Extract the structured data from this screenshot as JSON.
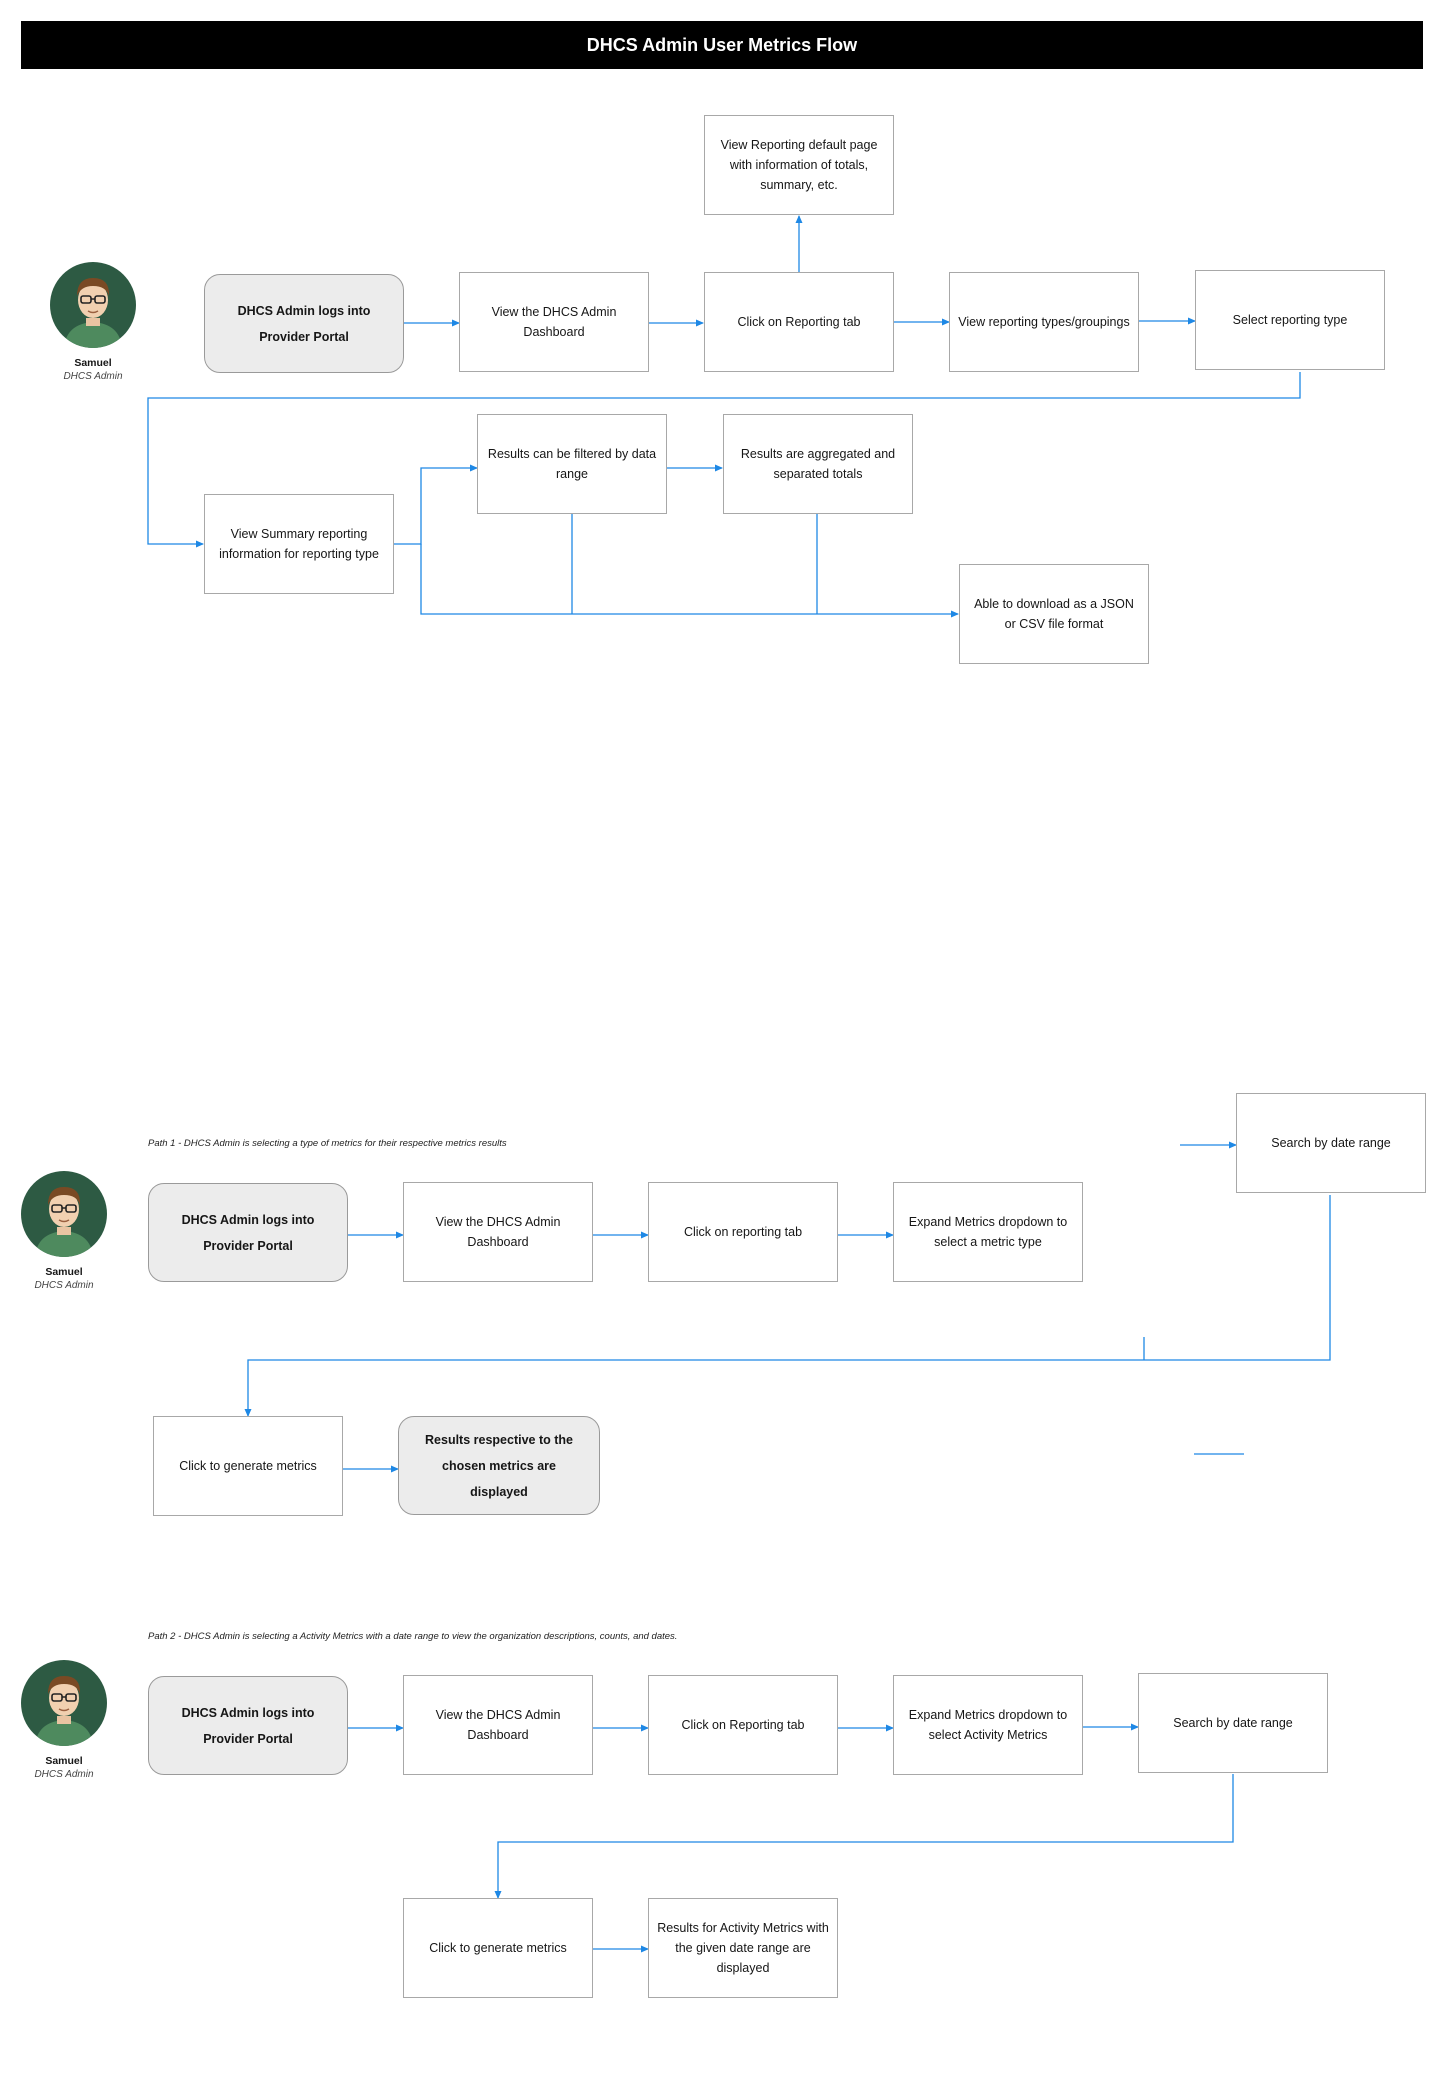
{
  "header": {
    "title": "DHCS Admin User Metrics Flow"
  },
  "colors": {
    "connector": "#1e88e5",
    "border": "#a8a8a8",
    "start_fill": "#ececec",
    "avatar_bg": "#2d5a43"
  },
  "persona": {
    "name": "Samuel",
    "role": "DHCS Admin"
  },
  "overview": {
    "nodes": {
      "login": "DHCS Admin logs into Provider Portal",
      "dashboard": "View the DHCS Admin Dashboard",
      "reporting_default": "View Reporting default page with information of totals, summary, etc.",
      "reporting_tab": "Click on Reporting tab",
      "reporting_types": "View reporting types/groupings",
      "select_type": "Select reporting type",
      "summary": "View Summary reporting information for reporting type",
      "filter": "Results can be filtered by data range",
      "aggregated": "Results are aggregated and separated totals",
      "download": "Able to download as a JSON or CSV file format"
    }
  },
  "path1": {
    "caption": "Path 1 - DHCS Admin is selecting a type of metrics for their respective metrics results",
    "nodes": {
      "login": "DHCS Admin logs into Provider Portal",
      "dashboard": "View the DHCS Admin Dashboard",
      "reporting_tab": "Click on reporting tab",
      "expand": "Expand Metrics dropdown to select a metric type",
      "search": "Search by date range",
      "generate": "Click to generate metrics",
      "results": "Results respective to the chosen metrics are displayed"
    }
  },
  "path2": {
    "caption": "Path 2 - DHCS Admin is selecting a Activity Metrics with a date range to view the organization descriptions, counts, and dates.",
    "nodes": {
      "login": "DHCS Admin logs into Provider Portal",
      "dashboard": "View the DHCS Admin Dashboard",
      "reporting_tab": "Click on Reporting tab",
      "expand": "Expand Metrics dropdown to select Activity Metrics",
      "search": "Search by date range",
      "generate": "Click to generate metrics",
      "results": "Results for Activity Metrics with the given date range are displayed"
    }
  }
}
